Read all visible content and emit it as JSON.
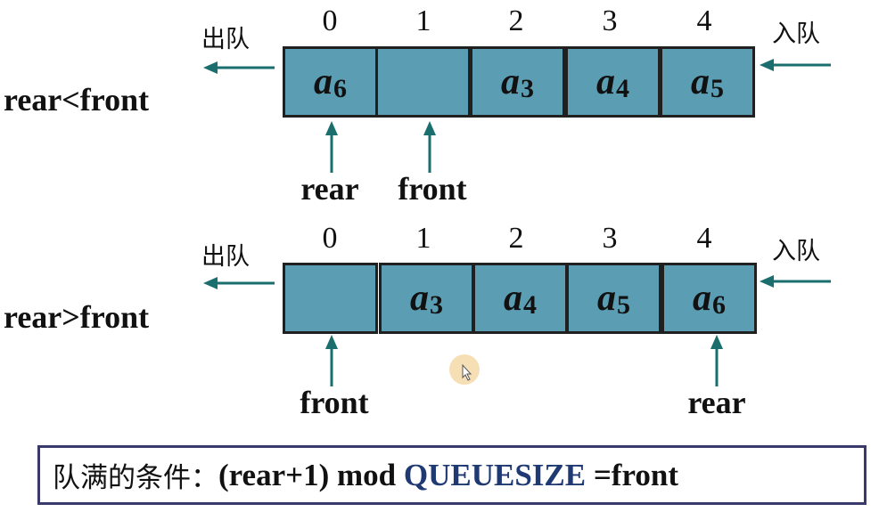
{
  "diagrams": [
    {
      "id": "top",
      "condition_label": "rear<front",
      "dequeue_label": "出队",
      "enqueue_label": "入队",
      "indices": [
        "0",
        "1",
        "2",
        "3",
        "4"
      ],
      "cells": [
        {
          "base": "a",
          "sub": "6"
        },
        {
          "base": "",
          "sub": ""
        },
        {
          "base": "a",
          "sub": "3"
        },
        {
          "base": "a",
          "sub": "4"
        },
        {
          "base": "a",
          "sub": "5"
        }
      ],
      "pointers": [
        {
          "label": "rear",
          "cell": 0
        },
        {
          "label": "front",
          "cell": 1
        }
      ]
    },
    {
      "id": "bottom",
      "condition_label": "rear>front",
      "dequeue_label": "出队",
      "enqueue_label": "入队",
      "indices": [
        "0",
        "1",
        "2",
        "3",
        "4"
      ],
      "cells": [
        {
          "base": "",
          "sub": ""
        },
        {
          "base": "a",
          "sub": "3"
        },
        {
          "base": "a",
          "sub": "4"
        },
        {
          "base": "a",
          "sub": "5"
        },
        {
          "base": "a",
          "sub": "6"
        }
      ],
      "pointers": [
        {
          "label": "front",
          "cell": 0
        },
        {
          "label": "rear",
          "cell": 4
        }
      ]
    }
  ],
  "full_condition": {
    "chinese": "队满的条件：",
    "expr_start": "(rear+1) mod ",
    "keyword": "QUEUESIZE",
    "expr_end": " =front"
  },
  "colors": {
    "cell_fill": "#5b9eb4",
    "arrow": "#1a6e6e",
    "keyword": "#1f3a73"
  }
}
